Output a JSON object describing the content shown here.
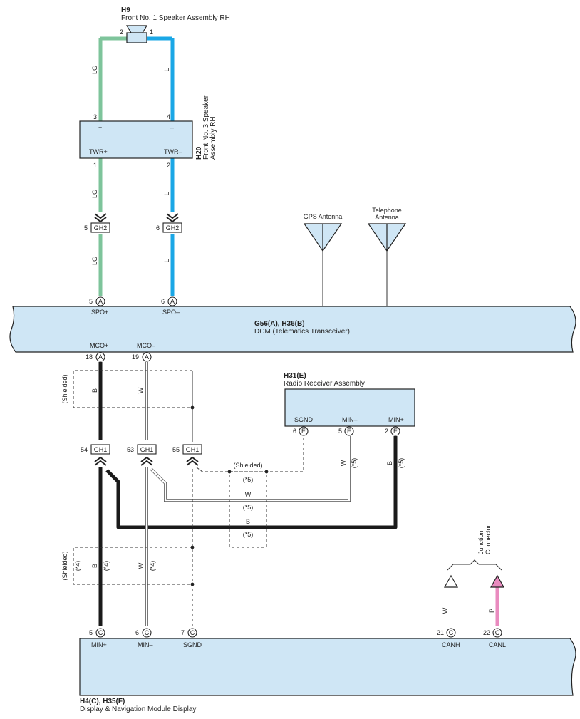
{
  "h9": {
    "code": "H9",
    "name": "Front No. 1 Speaker Assembly RH",
    "pin_left": "2",
    "pin_right": "1"
  },
  "h20": {
    "code": "H20",
    "name_line1": "Front No. 3 Speaker",
    "name_line2": "Assembly RH",
    "pin3": "3",
    "pin4": "4",
    "plus": "+",
    "minus": "–",
    "twr_plus": "TWR+",
    "twr_minus": "TWR–",
    "pin1": "1",
    "pin2": "2"
  },
  "gh2": {
    "pin5": "5",
    "pin6": "6",
    "label": "GH2"
  },
  "antennas": {
    "gps": "GPS Antenna",
    "tel_line1": "Telephone",
    "tel_line2": "Antenna"
  },
  "dcm": {
    "code": "G56(A), H36(B)",
    "name": "DCM (Telematics Transceiver)",
    "pin5": "5",
    "pin6": "6",
    "pin18": "18",
    "pin19": "19",
    "conn": "A",
    "spo_plus": "SPO+",
    "spo_minus": "SPO–",
    "mco_plus": "MCO+",
    "mco_minus": "MCO–"
  },
  "radio": {
    "code": "H31(E)",
    "name": "Radio Receiver Assembly",
    "sgnd": "SGND",
    "min_minus": "MIN–",
    "min_plus": "MIN+",
    "pin6": "6",
    "pin5": "5",
    "pin2": "2",
    "conn": "E"
  },
  "gh1": {
    "pin54": "54",
    "pin53": "53",
    "pin55": "55",
    "label": "GH1"
  },
  "display": {
    "code": "H4(C), H35(F)",
    "name": "Display & Navigation Module Display",
    "conn": "C",
    "pin5": "5",
    "pin6": "6",
    "pin7": "7",
    "pin21": "21",
    "pin22": "22",
    "min_plus": "MIN+",
    "min_minus": "MIN–",
    "sgnd": "SGND",
    "canh": "CANH",
    "canl": "CANL"
  },
  "junction": {
    "line1": "Junction",
    "line2": "Connector"
  },
  "wire_labels": {
    "lg": "LG",
    "l": "L",
    "b": "B",
    "w": "W",
    "p": "P"
  },
  "notes": {
    "shielded": "(Shielded)",
    "n4": "(*4)",
    "n5": "(*5)"
  }
}
